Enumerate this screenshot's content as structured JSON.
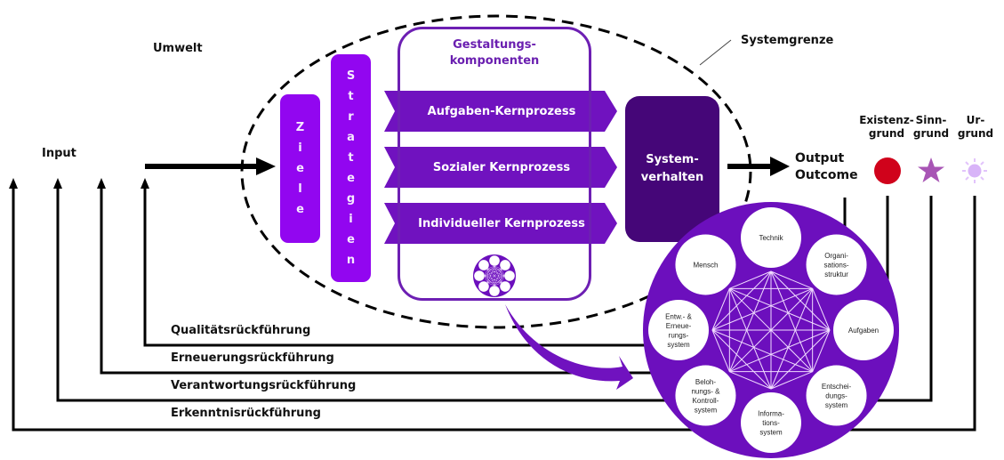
{
  "title": "Systemmodell mit Gestaltungskomponenten und Rückführungen",
  "labels": {
    "umwelt": "Umwelt",
    "input": "Input",
    "systemgrenze": "Systemgrenze",
    "output": "Output",
    "outcome": "Outcome"
  },
  "ziele": {
    "letters": [
      "Z",
      "i",
      "e",
      "l",
      "e"
    ],
    "word": "Ziele"
  },
  "strategien": {
    "letters": [
      "S",
      "t",
      "r",
      "a",
      "t",
      "e",
      "g",
      "i",
      "e",
      "n"
    ],
    "word": "Strategien"
  },
  "gestaltungskomponenten": {
    "title_line1": "Gestaltungs-",
    "title_line2": "komponenten",
    "processes": [
      {
        "label": "Aufgaben-Kernprozess"
      },
      {
        "label": "Sozialer Kernprozess"
      },
      {
        "label": "Individueller Kernprozess"
      }
    ]
  },
  "systemverhalten": {
    "line1": "System-",
    "line2": "verhalten"
  },
  "gruende": [
    {
      "line1": "Existenz-",
      "line2": "grund",
      "icon": "red-circle-icon",
      "color": "#d0021b"
    },
    {
      "line1": "Sinn-",
      "line2": "grund",
      "icon": "star-icon",
      "color": "#a855b5"
    },
    {
      "line1": "Ur-",
      "line2": "grund",
      "icon": "sun-icon",
      "color": "#d8b4f8"
    }
  ],
  "rueckfuehrungen": [
    {
      "label": "Qualitätsrückführung"
    },
    {
      "label": "Erneuerungsrückführung"
    },
    {
      "label": "Verantwortungsrückführung"
    },
    {
      "label": "Erkenntnisrückführung"
    }
  ],
  "komponenten_kreis": {
    "nodes": [
      {
        "lines": [
          "Technik"
        ]
      },
      {
        "lines": [
          "Organi-",
          "sations-",
          "struktur"
        ]
      },
      {
        "lines": [
          "Aufgaben"
        ]
      },
      {
        "lines": [
          "Entschei-",
          "dungs-",
          "system"
        ]
      },
      {
        "lines": [
          "Informa-",
          "tions-",
          "system"
        ]
      },
      {
        "lines": [
          "Beloh-",
          "nungs-  &",
          "Kontroll-",
          "system"
        ]
      },
      {
        "lines": [
          "Entw.-  &",
          "Erneue-",
          "rungs-",
          "system"
        ]
      },
      {
        "lines": [
          "Mensch"
        ]
      }
    ]
  },
  "colors": {
    "purple_bright": "#9206f0",
    "purple_process": "#7012bf",
    "purple_dark": "#450678",
    "purple_circle": "#6c0fbd",
    "line": "#000000"
  }
}
